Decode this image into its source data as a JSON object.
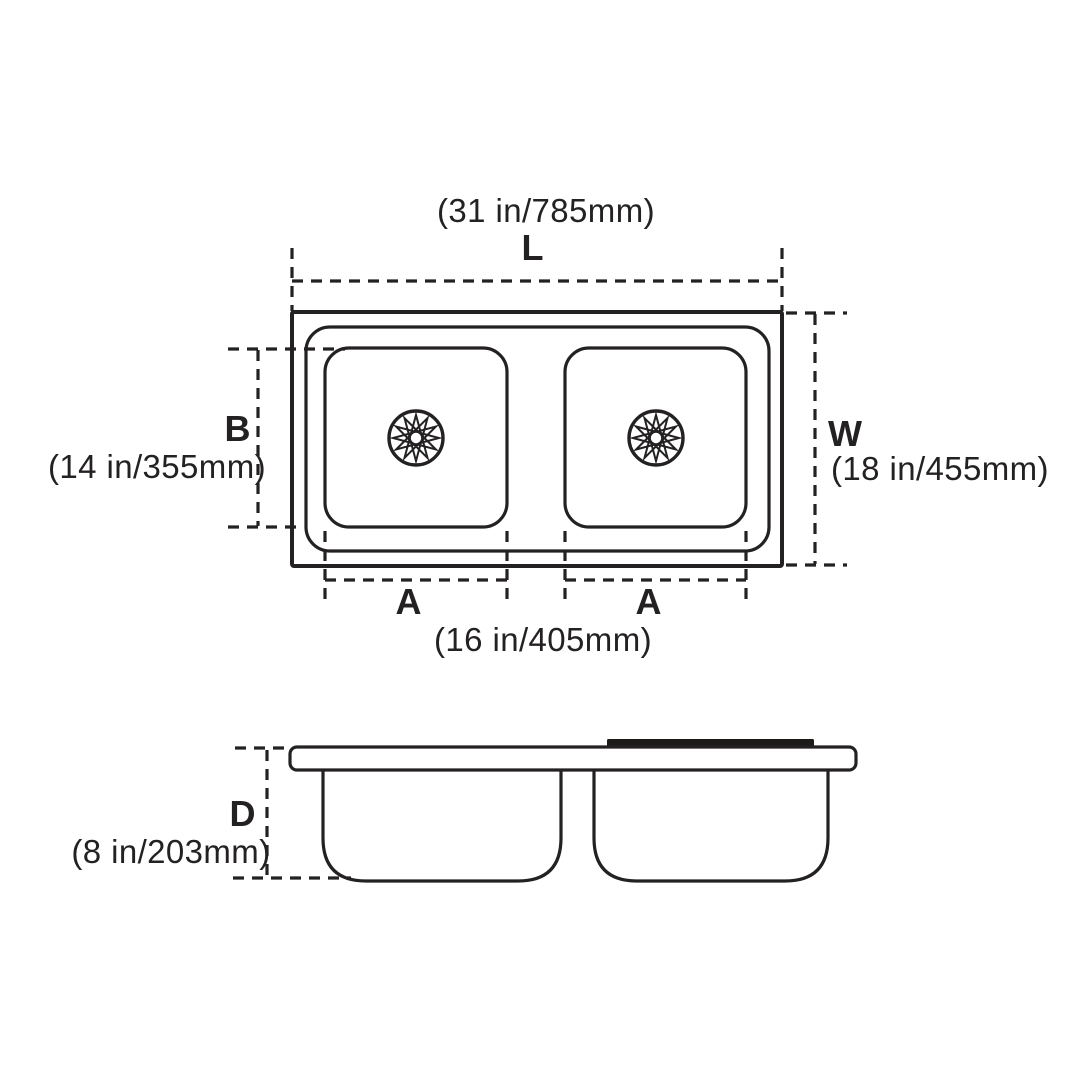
{
  "colors": {
    "line": "#242122",
    "background": "#ffffff",
    "cover_bar": "#1c1b1a"
  },
  "top_view": {
    "length": {
      "letter": "L",
      "value": "(31 in/785mm)"
    },
    "width": {
      "letter": "W",
      "value": "(18 in/455mm)"
    },
    "bowl_front": {
      "letter": "B",
      "value": "(14 in/355mm)"
    },
    "bowl_width": {
      "letter": "A",
      "value": "(16 in/405mm)"
    }
  },
  "side_view": {
    "depth": {
      "letter": "D",
      "value": "(8 in/203mm)"
    }
  }
}
